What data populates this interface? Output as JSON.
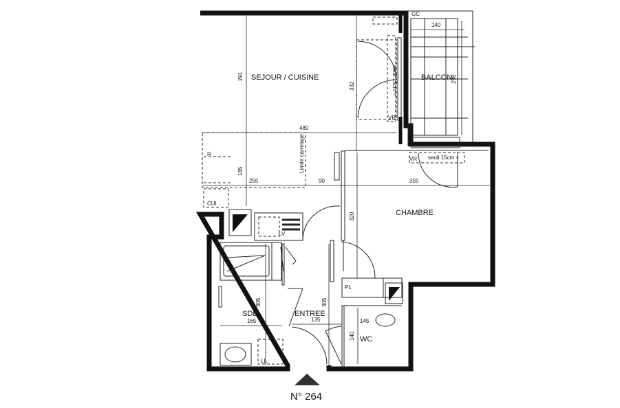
{
  "rooms": {
    "sejour": "SEJOUR / CUISINE",
    "balcon": "BALCON",
    "chambre": "CHAMBRE",
    "sde": "SDE",
    "entree": "ENTREE",
    "wc": "WC"
  },
  "dimensions": {
    "sejour_height": "291",
    "sejour_door": "332",
    "sejour_width": "480",
    "kitchen_depth": "185",
    "kitchen_width": "255",
    "passage": "90",
    "chambre_width": "355",
    "chambre_height": "320",
    "balcon_width": "140",
    "balcon_height": "298",
    "sde_height": "305",
    "sde_width": "165",
    "entree_height": "305",
    "entree_width": "135",
    "wc_width": "145",
    "wc_height": "140"
  },
  "annotations": {
    "gc": "GC",
    "threshold_1": "seuil 15cm ≈",
    "threshold_2": "seuil 15cm ≈",
    "vr": "VR",
    "vr2": "VR",
    "limite": "Limite carrelage",
    "r": "R",
    "cui": "CUI",
    "lv": "LV",
    "pl": "PL",
    "ll": "LL"
  },
  "unit_number": "N° 264"
}
